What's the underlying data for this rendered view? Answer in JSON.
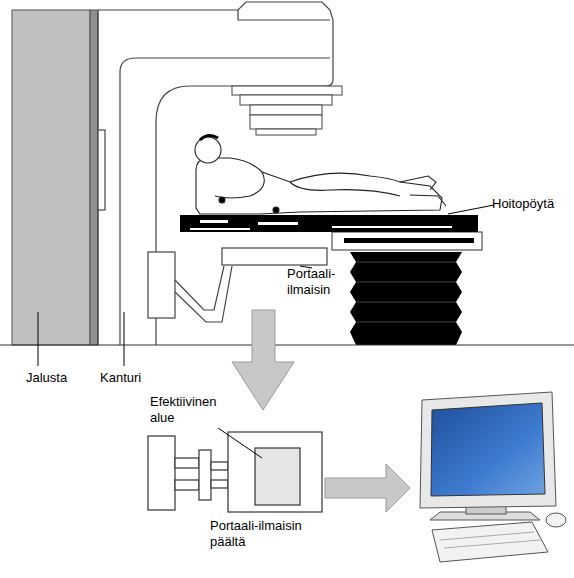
{
  "diagram": {
    "labels": [
      "Hoitopöytä",
      "Portaali- ilmaisin",
      "Jalusta",
      "Kanturi",
      "Efektiivinen alue",
      "Portaali-ilmaisin päältä"
    ]
  }
}
